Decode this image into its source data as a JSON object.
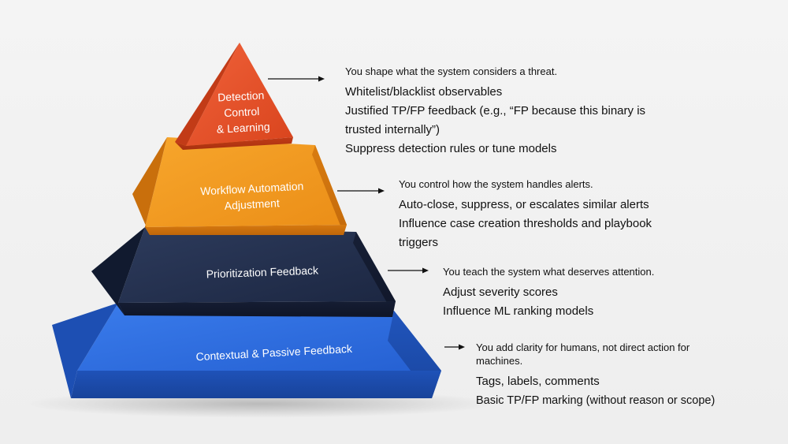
{
  "tiers": [
    {
      "label_lines": [
        "Detection",
        "Control",
        "& Learning"
      ],
      "color": "#e8552b",
      "annotation": {
        "intro": "You shape what the system considers a threat.",
        "items": [
          "Whitelist/blacklist observables",
          "Justified TP/FP feedback (e.g., “FP because this binary is trusted internally”)",
          "Suppress detection rules or tune models"
        ]
      }
    },
    {
      "label_lines": [
        "Workflow Automation",
        "Adjustment"
      ],
      "color": "#f19a22",
      "annotation": {
        "intro": "You control how the system handles alerts.",
        "items": [
          "Auto-close, suppress, or escalates similar alerts",
          "Influence case creation thresholds and playbook triggers"
        ]
      }
    },
    {
      "label_lines": [
        "Prioritization Feedback"
      ],
      "color": "#243250",
      "annotation": {
        "intro": "You teach the system what deserves attention.",
        "items": [
          "Adjust severity scores",
          "Influence ML ranking models"
        ]
      }
    },
    {
      "label_lines": [
        "Contextual & Passive Feedback"
      ],
      "color": "#2f6fe0",
      "annotation": {
        "intro": "You add clarity for humans, not direct action for machines.",
        "items": [
          "Tags, labels, comments",
          "Basic TP/FP marking (without reason or scope)"
        ]
      }
    }
  ]
}
